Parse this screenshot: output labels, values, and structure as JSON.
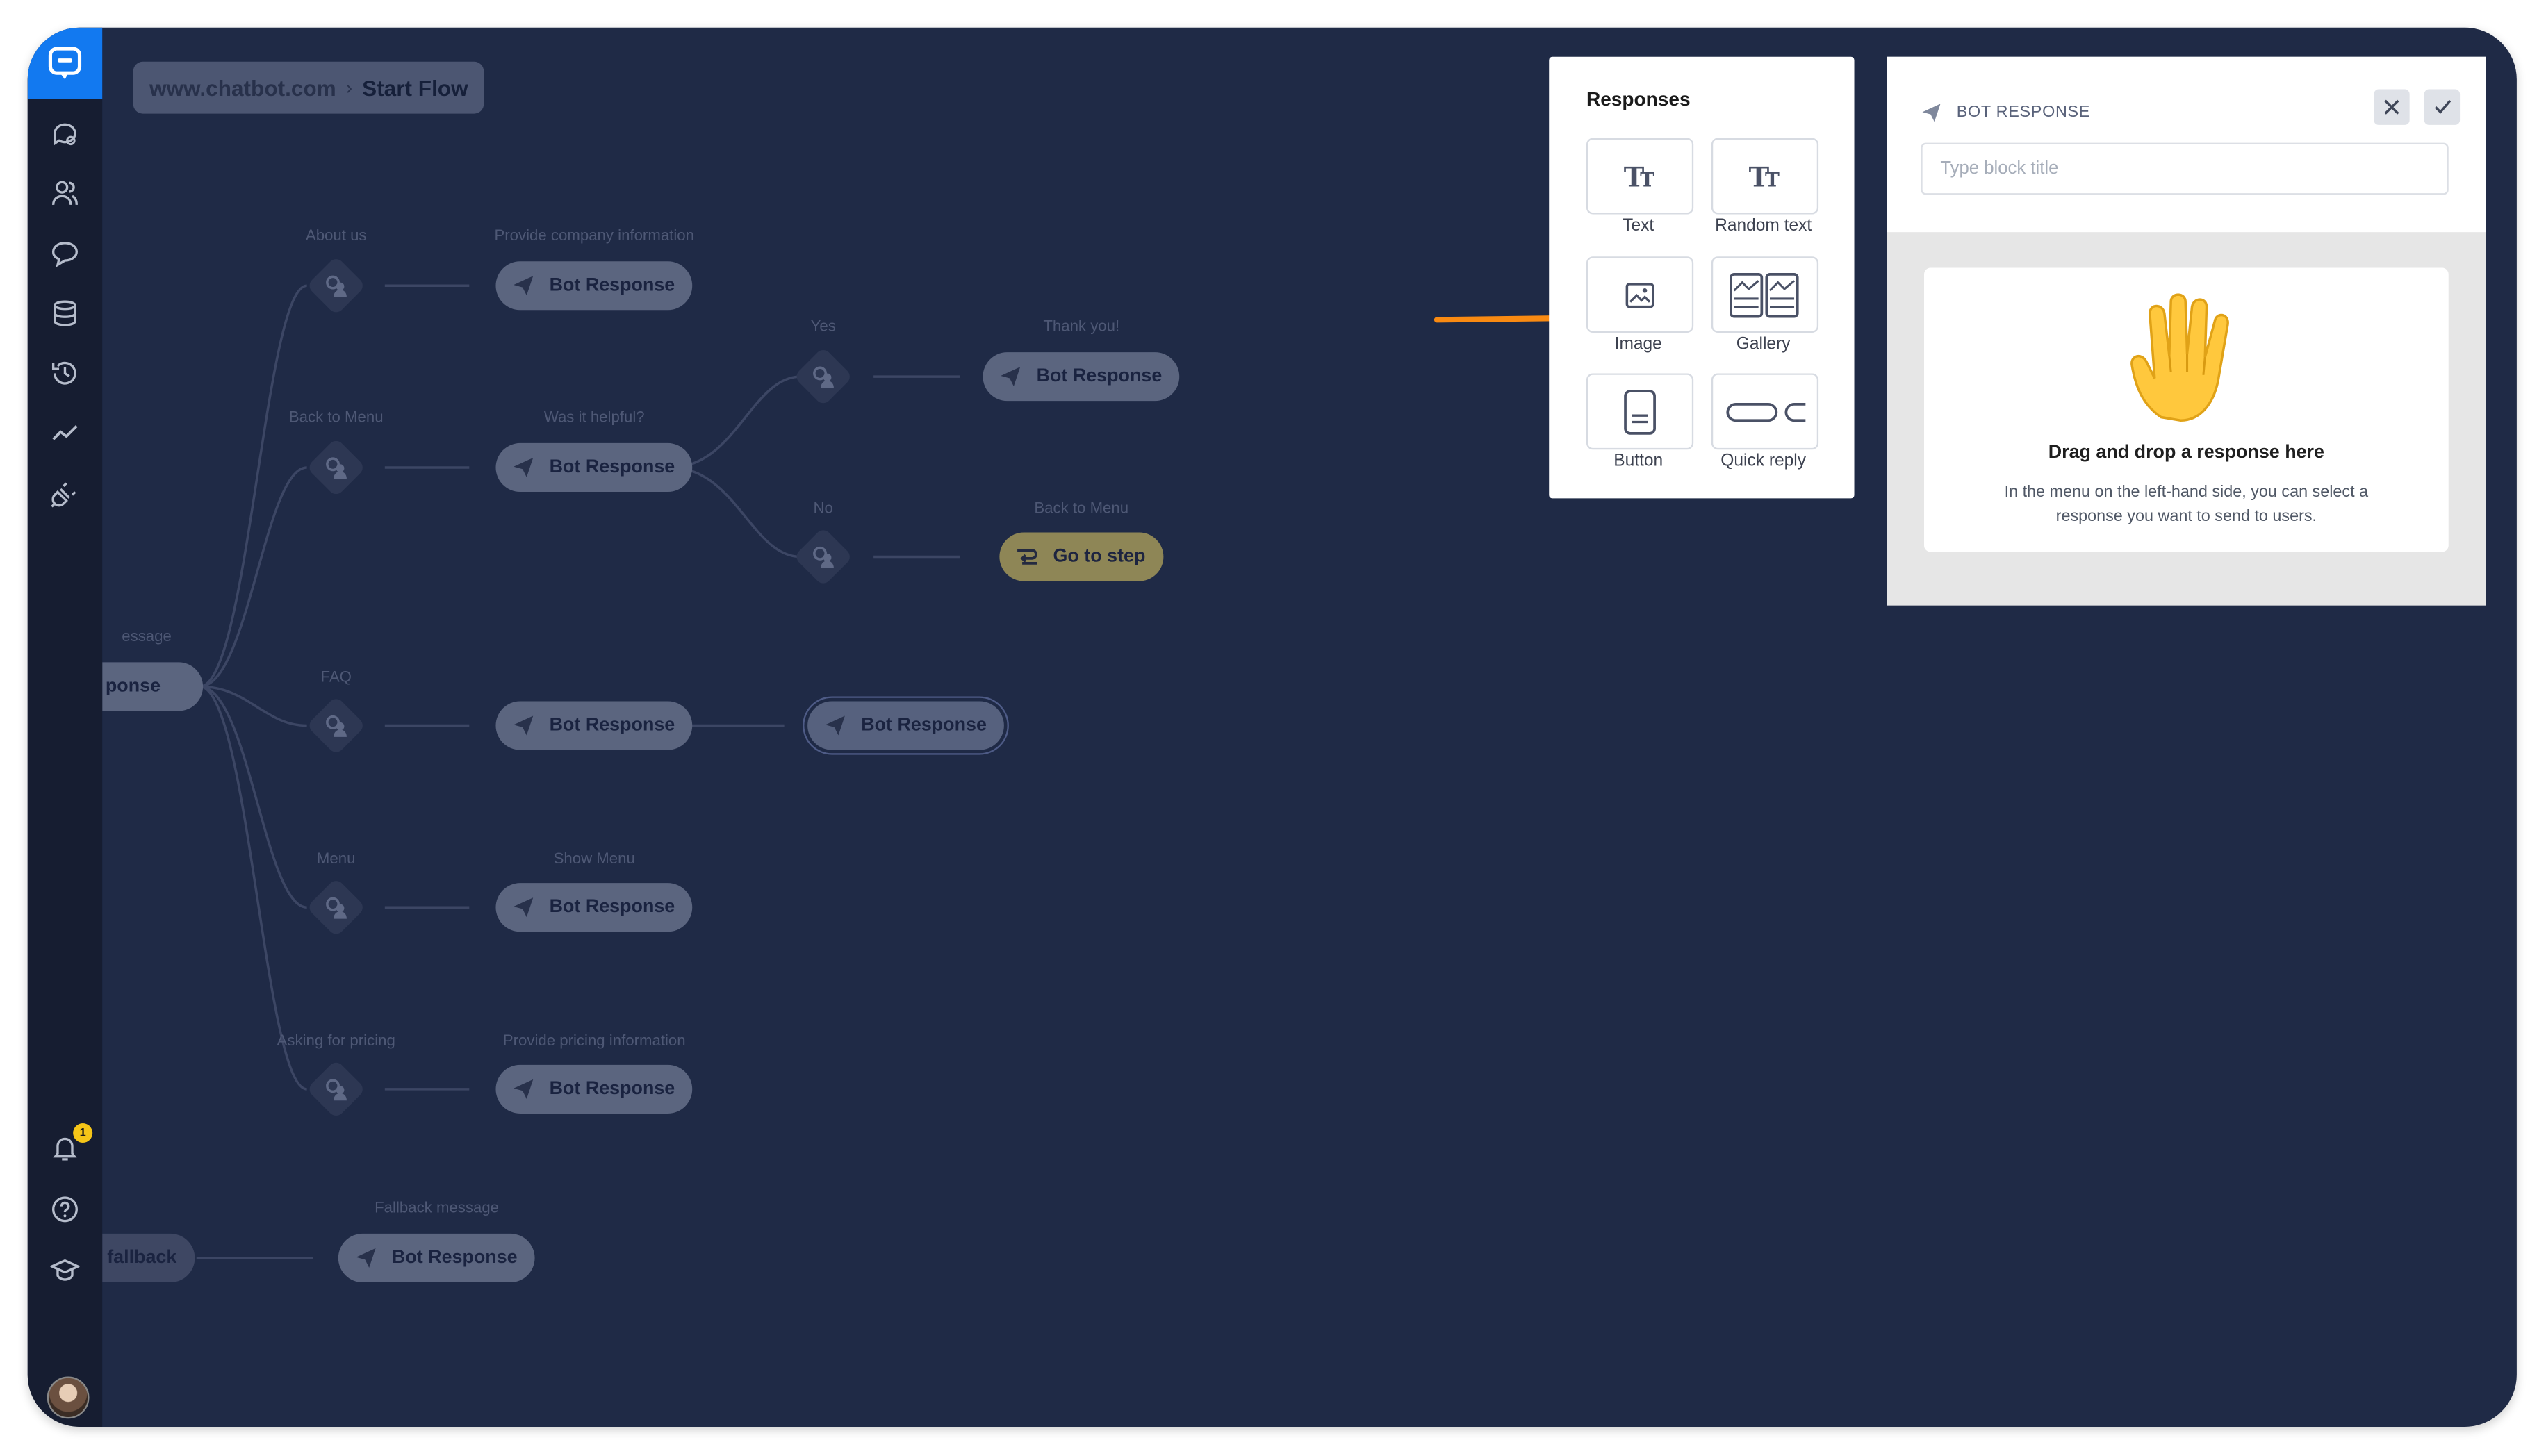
{
  "breadcrumb": {
    "site": "www.chatbot.com",
    "separator": "›",
    "flow": "Start Flow"
  },
  "sidebar": {
    "items": [
      {
        "name": "chats-icon"
      },
      {
        "name": "users-icon"
      },
      {
        "name": "stories-icon"
      },
      {
        "name": "database-icon"
      },
      {
        "name": "history-icon"
      },
      {
        "name": "analytics-icon"
      },
      {
        "name": "integrations-icon"
      },
      {
        "name": "notifications-icon"
      },
      {
        "name": "help-icon"
      },
      {
        "name": "academy-icon"
      }
    ],
    "notification_count": "1"
  },
  "flow": {
    "root_label": "essage",
    "root_pill": "ponse",
    "fallback_pill": "fallback",
    "user_labels": [
      "About us",
      "Back to Menu",
      "FAQ",
      "Menu",
      "Asking for pricing",
      "Yes",
      "No"
    ],
    "response_labels": [
      "Provide company information",
      "Was it helpful?",
      "Show Menu",
      "Provide pricing information",
      "Thank you!",
      "Back to Menu",
      "Fallback message"
    ],
    "bot_response": "Bot Response",
    "go_to_step": "Go to step"
  },
  "responses_panel": {
    "title": "Responses",
    "items": [
      {
        "label": "Text",
        "icon": "text-icon"
      },
      {
        "label": "Random text",
        "icon": "random-text-icon"
      },
      {
        "label": "Image",
        "icon": "image-icon"
      },
      {
        "label": "Gallery",
        "icon": "gallery-icon"
      },
      {
        "label": "Button",
        "icon": "button-icon"
      },
      {
        "label": "Quick reply",
        "icon": "quick-reply-icon"
      }
    ]
  },
  "block_panel": {
    "title": "BOT RESPONSE",
    "title_placeholder": "Type block title",
    "drop_heading": "Drag and drop a response here",
    "drop_text": "In the menu on the left-hand side, you can select a response you want to send to users."
  },
  "colors": {
    "canvas": "#1f2a46",
    "sidebar": "#161d31",
    "brand": "#1279f0",
    "arrow": "#f98a12",
    "go_to_step": "#8e8656"
  }
}
